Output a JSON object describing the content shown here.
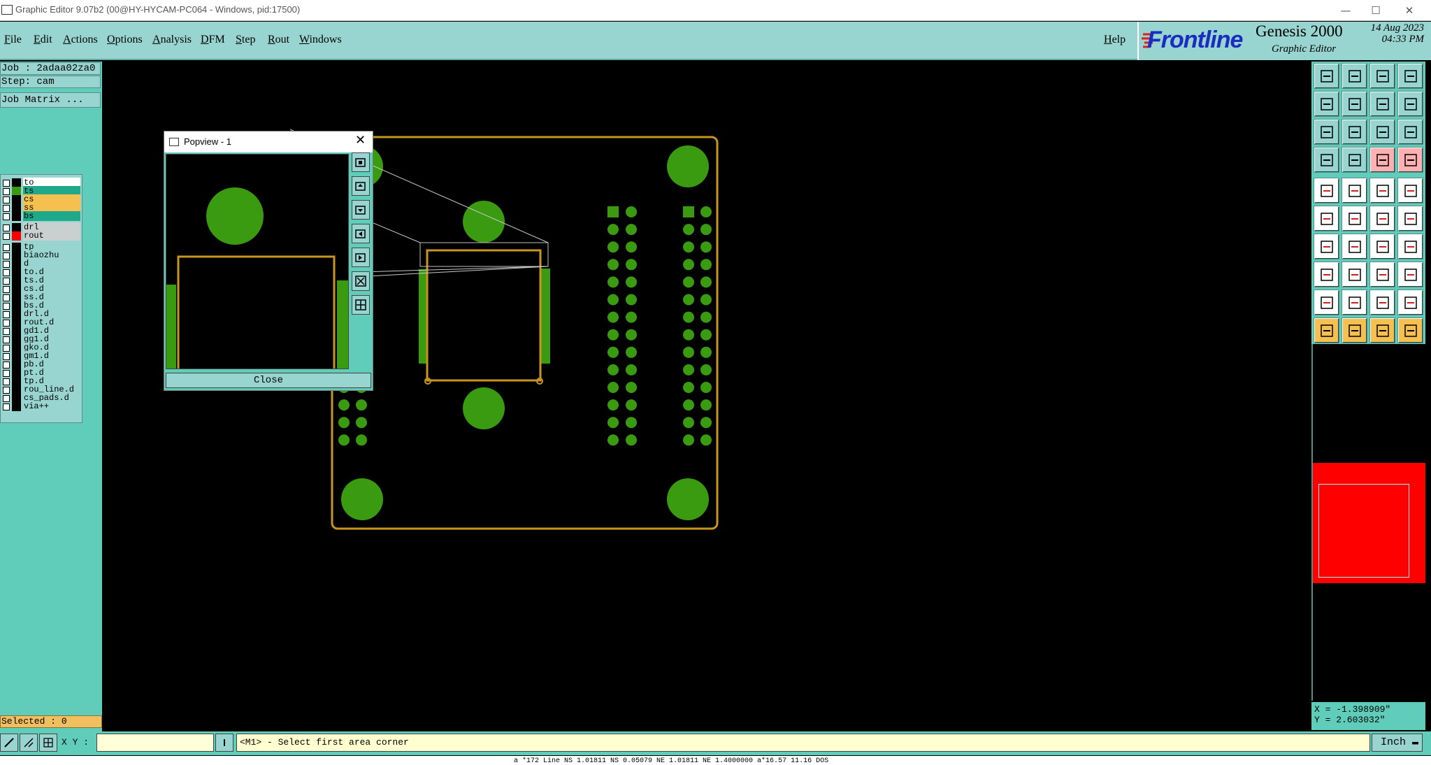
{
  "window": {
    "title": "Graphic Editor 9.07b2 (00@HY-HYCAM-PC064 - Windows, pid:17500)",
    "controls": [
      "—",
      "☐",
      "✕"
    ]
  },
  "menu": [
    "File",
    "Edit",
    "Actions",
    "Options",
    "Analysis",
    "DFM",
    "Step",
    "Rout",
    "Windows"
  ],
  "help_label": "Help",
  "brand": {
    "logo_text": "Frontline",
    "product": "Genesis 2000",
    "subtitle": "Graphic Editor",
    "date": "14 Aug 2023",
    "time": "04:33 PM"
  },
  "left_panel": {
    "job": "Job : 2adaa02za0",
    "step": "Step: cam",
    "matrix_button": "Job Matrix ...",
    "selected": "Selected : 0"
  },
  "layers": [
    {
      "name": "to",
      "label_bg": "#ffffff",
      "swatch": "#000000"
    },
    {
      "name": "ts",
      "label_bg": "#1fa88a",
      "swatch": "#3a9a10"
    },
    {
      "name": "cs",
      "label_bg": "#f5c050",
      "swatch": "#000000"
    },
    {
      "name": "ss",
      "label_bg": "#f5c050",
      "swatch": "#000000"
    },
    {
      "name": "bs",
      "label_bg": "#1fa88a",
      "swatch": "#000000"
    },
    {
      "name": "drl",
      "label_bg": "#c8d0d0",
      "swatch": "#000000"
    },
    {
      "name": "rout",
      "label_bg": "#c8d0d0",
      "swatch": "#ff0000"
    },
    {
      "name": "tp",
      "label_bg": "#98d4d0",
      "swatch": "#000000"
    },
    {
      "name": "biaozhu",
      "label_bg": "#98d4d0",
      "swatch": "#000000"
    },
    {
      "name": "d",
      "label_bg": "#98d4d0",
      "swatch": "#000000"
    },
    {
      "name": "to.d",
      "label_bg": "#98d4d0",
      "swatch": "#000000"
    },
    {
      "name": "ts.d",
      "label_bg": "#98d4d0",
      "swatch": "#000000"
    },
    {
      "name": "cs.d",
      "label_bg": "#98d4d0",
      "swatch": "#000000"
    },
    {
      "name": "ss.d",
      "label_bg": "#98d4d0",
      "swatch": "#000000"
    },
    {
      "name": "bs.d",
      "label_bg": "#98d4d0",
      "swatch": "#000000"
    },
    {
      "name": "drl.d",
      "label_bg": "#98d4d0",
      "swatch": "#000000"
    },
    {
      "name": "rout.d",
      "label_bg": "#98d4d0",
      "swatch": "#000000"
    },
    {
      "name": "gd1.d",
      "label_bg": "#98d4d0",
      "swatch": "#000000"
    },
    {
      "name": "gg1.d",
      "label_bg": "#98d4d0",
      "swatch": "#000000"
    },
    {
      "name": "gko.d",
      "label_bg": "#98d4d0",
      "swatch": "#000000"
    },
    {
      "name": "gm1.d",
      "label_bg": "#98d4d0",
      "swatch": "#000000"
    },
    {
      "name": "pb.d",
      "label_bg": "#98d4d0",
      "swatch": "#000000"
    },
    {
      "name": "pt.d",
      "label_bg": "#98d4d0",
      "swatch": "#000000"
    },
    {
      "name": "tp.d",
      "label_bg": "#98d4d0",
      "swatch": "#000000"
    },
    {
      "name": "rou_line.d",
      "label_bg": "#98d4d0",
      "swatch": "#000000"
    },
    {
      "name": "cs_pads.d",
      "label_bg": "#98d4d0",
      "swatch": "#000000"
    },
    {
      "name": "via++",
      "label_bg": "#98d4d0",
      "swatch": "#000000"
    }
  ],
  "popview": {
    "title": "Popview - 1",
    "close_label": "Close",
    "close_glyph": "✕"
  },
  "coords": {
    "x": "X = -1.398909\"",
    "y": "Y = 2.603032\""
  },
  "bottom": {
    "xy_label": "X Y :",
    "xy_value": "",
    "status": "<M1> - Select first area corner",
    "units": "Inch"
  },
  "footer_text": "a *172 Line NS 1.01811 NS 0.05079 NE 1.01811 NE 1.4000000 a*16.57 11.16 DOS",
  "colors": {
    "pad_green": "#3a9a10",
    "profile_gold": "#c8961e",
    "panel_teal": "#5fcdb9",
    "menu_teal": "#98d4d0",
    "overview_red": "#ff0000"
  }
}
